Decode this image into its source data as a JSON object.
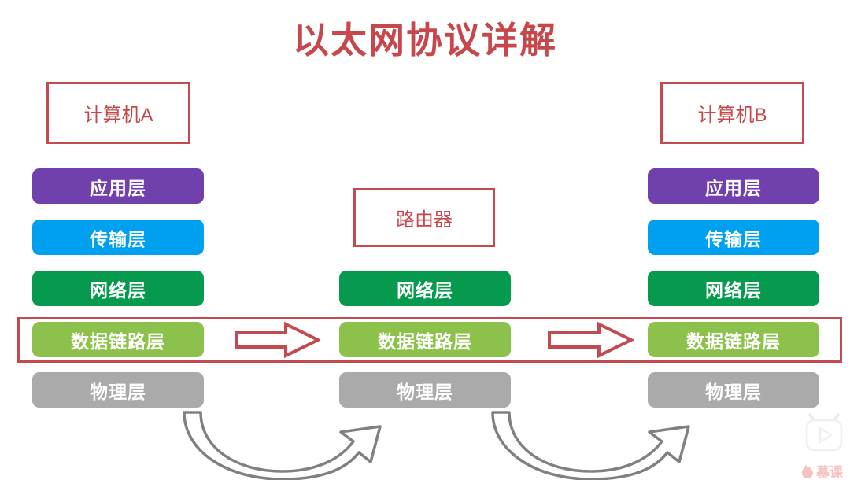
{
  "title": "以太网协议详解",
  "colors": {
    "title_red": "#C7484C",
    "border_red": "#C24B4F",
    "application_layer": "#7040AC",
    "transport_layer": "#00A0F0",
    "network_layer": "#069A4E",
    "datalink_layer": "#8CC24C",
    "physical_layer": "#AAAAAA",
    "curve_arrow_gray": "#808080",
    "background": "#FFFFFF"
  },
  "nodes": {
    "computer_a": "计算机A",
    "computer_b": "计算机B",
    "router": "路由器"
  },
  "columns": [
    {
      "id": "computer-a",
      "header": "计算机A",
      "layers": [
        {
          "label": "应用层",
          "color": "#7040AC"
        },
        {
          "label": "传输层",
          "color": "#00A0F0"
        },
        {
          "label": "网络层",
          "color": "#069A4E"
        },
        {
          "label": "数据链路层",
          "color": "#8CC24C"
        },
        {
          "label": "物理层",
          "color": "#AAAAAA"
        }
      ]
    },
    {
      "id": "router",
      "header": "路由器",
      "layers": [
        {
          "label": "网络层",
          "color": "#069A4E"
        },
        {
          "label": "数据链路层",
          "color": "#8CC24C"
        },
        {
          "label": "物理层",
          "color": "#AAAAAA"
        }
      ]
    },
    {
      "id": "computer-b",
      "header": "计算机B",
      "layers": [
        {
          "label": "应用层",
          "color": "#7040AC"
        },
        {
          "label": "传输层",
          "color": "#00A0F0"
        },
        {
          "label": "网络层",
          "color": "#069A4E"
        },
        {
          "label": "数据链路层",
          "color": "#8CC24C"
        },
        {
          "label": "物理层",
          "color": "#AAAAAA"
        }
      ]
    }
  ],
  "highlight": {
    "layer_name": "数据链路层",
    "border_color": "#C24B4F"
  },
  "arrows": {
    "straight": [
      {
        "id": "a-to-router",
        "direction": "right",
        "color": "#C24B4F"
      },
      {
        "id": "router-to-b",
        "direction": "right",
        "color": "#C24B4F"
      }
    ],
    "curved": [
      {
        "id": "a-phy-to-router-phy",
        "direction": "right-up",
        "color": "#808080"
      },
      {
        "id": "router-phy-to-b-phy",
        "direction": "right-up",
        "color": "#808080"
      }
    ]
  },
  "watermark": {
    "play_icon": "tv-play-icon",
    "flame_icon": "flame-icon",
    "brand_text": "慕课"
  }
}
